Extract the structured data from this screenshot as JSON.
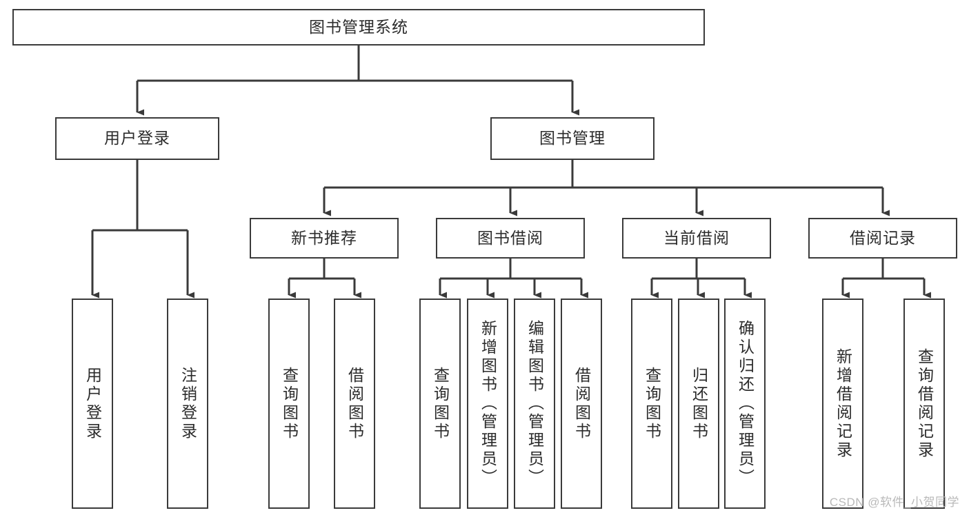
{
  "diagram": {
    "title": "图书管理系统",
    "type": "tree",
    "style": {
      "box_border_color": "#3a3a3a",
      "box_fill_color": "#ffffff",
      "text_color": "#2b2b2b",
      "line_color": "#3a3a3a",
      "watermark_color": "#b9b9b9"
    },
    "root": {
      "label": "图书管理系统"
    },
    "level2": [
      {
        "label": "用户登录"
      },
      {
        "label": "图书管理"
      }
    ],
    "level3": [
      {
        "label": "新书推荐"
      },
      {
        "label": "图书借阅"
      },
      {
        "label": "当前借阅"
      },
      {
        "label": "借阅记录"
      }
    ],
    "leaves_user_login": [
      {
        "label": "用户登录"
      },
      {
        "label": "注销登录"
      }
    ],
    "leaves_new_book": [
      {
        "label": "查询图书"
      },
      {
        "label": "借阅图书"
      }
    ],
    "leaves_borrow": [
      {
        "label": "查询图书"
      },
      {
        "label": "新增图书（管理员）"
      },
      {
        "label": "编辑图书（管理员）"
      },
      {
        "label": "借阅图书"
      }
    ],
    "leaves_current": [
      {
        "label": "查询图书"
      },
      {
        "label": "归还图书"
      },
      {
        "label": "确认归还（管理员）"
      }
    ],
    "leaves_record": [
      {
        "label": "新增借阅记录"
      },
      {
        "label": "查询借阅记录"
      }
    ]
  },
  "watermark": {
    "text": "CSDN @软件_小贺同学"
  }
}
